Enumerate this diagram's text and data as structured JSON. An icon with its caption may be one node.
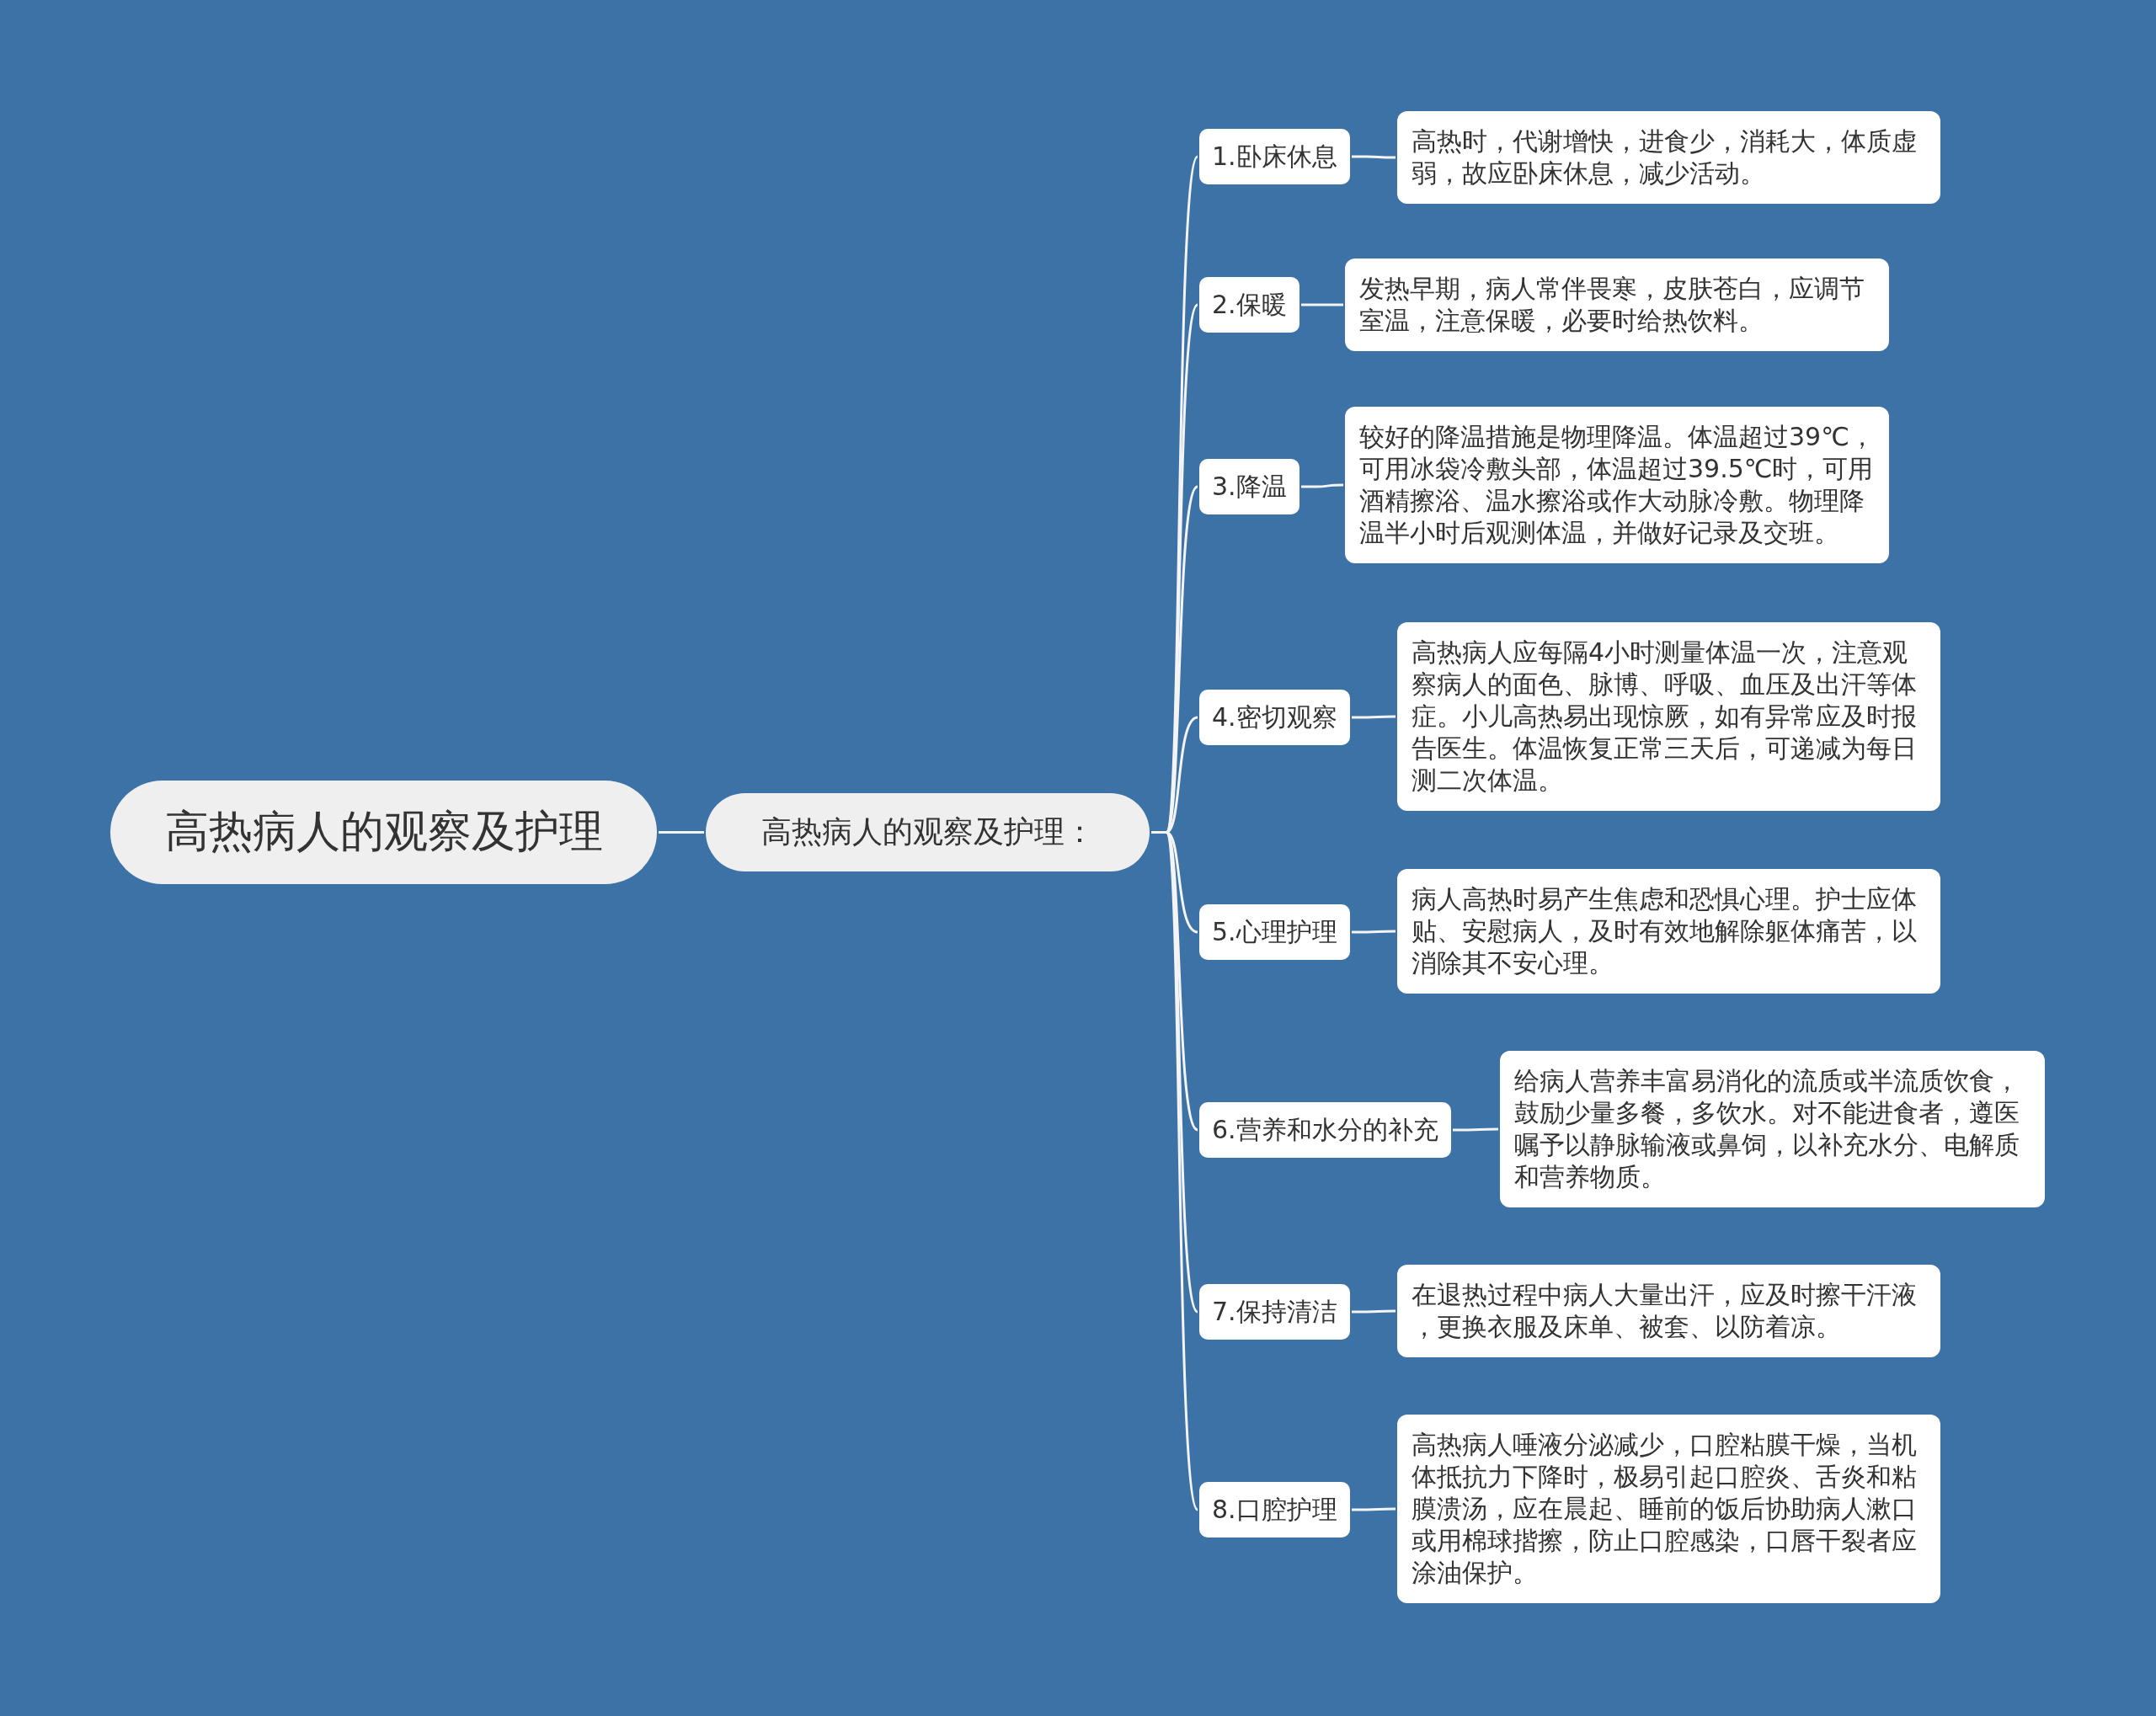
{
  "diagram": {
    "nodes": [
      {
        "text": [
          "高热病人的观察及护理"
        ]
      },
      {
        "text": [
          "高热病人的观察及护理："
        ]
      },
      {
        "text": [
          "1.卧床休息"
        ]
      },
      {
        "text": [
          "高热时，代谢增快，进食少，消耗大，体质虚弱，故应卧床休息，减少活动。"
        ]
      },
      {
        "text": [
          "2.保暖"
        ]
      },
      {
        "text": [
          "发热早期，病人常伴畏寒，皮肤苍白，应调节室温，注意保暖，必要时给热饮料。"
        ]
      },
      {
        "text": [
          "3.降温"
        ]
      },
      {
        "text": [
          "较好的降温措施是物理降温。体温超过39℃，可用冰袋冷敷头部，体温超过39.5℃时，可用酒精擦浴、温水擦浴或作大动脉冷敷。物理降温半小时后观测体温，并做好记录及交班。"
        ]
      },
      {
        "text": [
          "4.密切观察"
        ]
      },
      {
        "text": [
          "高热病人应每隔4小时测量体温一次，注意观察病人的面色、脉博、呼吸、血压及出汗等体症。小儿高热易出现惊厥，如有异常应及时报告医生。体温恢复正常三天后，可递减为每日测二次体温。"
        ]
      },
      {
        "text": [
          "5.心理护理"
        ]
      },
      {
        "text": [
          "病人高热时易产生焦虑和恐惧心理。护士应体贴、安慰病人，及时有效地解除躯体痛苦，以消除其不安心理。"
        ]
      },
      {
        "text": [
          "6.营养和水分的补充"
        ]
      },
      {
        "text": [
          "给病人营养丰富易消化的流质或半流质饮食，鼓励少量多餐，多饮水。对不能进食者，遵医嘱予以静脉输液或鼻饲，以补充水分、电解质和营养物质。"
        ]
      },
      {
        "text": [
          "7.保持清洁"
        ]
      },
      {
        "text": [
          "在退热过程中病人大量出汗，应及时擦干汗液，更换衣服及床单、被套、以防着凉。"
        ]
      },
      {
        "text": [
          "8.口腔护理"
        ]
      },
      {
        "text": [
          "高热病人唾液分泌减少，口腔粘膜干燥，当机体抵抗力下降时，极易引起口腔炎、舌炎和粘膜溃汤，应在晨起、睡前的饭后协助病人漱口或用棉球揩擦，防止口腔感染，口唇干裂者应涂油保护。"
        ]
      }
    ],
    "edges": [
      {
        "from": 0,
        "to": 1,
        "arrow": "none"
      },
      {
        "from": 1,
        "to": 2,
        "arrow": "none"
      },
      {
        "from": 2,
        "to": 3,
        "arrow": "none"
      },
      {
        "from": 1,
        "to": 4,
        "arrow": "none"
      },
      {
        "from": 4,
        "to": 5,
        "arrow": "none"
      },
      {
        "from": 1,
        "to": 6,
        "arrow": "none"
      },
      {
        "from": 6,
        "to": 7,
        "arrow": "none"
      },
      {
        "from": 1,
        "to": 8,
        "arrow": "none"
      },
      {
        "from": 8,
        "to": 9,
        "arrow": "none"
      },
      {
        "from": 1,
        "to": 10,
        "arrow": "none"
      },
      {
        "from": 10,
        "to": 11,
        "arrow": "none"
      },
      {
        "from": 1,
        "to": 12,
        "arrow": "none"
      },
      {
        "from": 12,
        "to": 13,
        "arrow": "none"
      },
      {
        "from": 1,
        "to": 14,
        "arrow": "none"
      },
      {
        "from": 14,
        "to": 15,
        "arrow": "none"
      },
      {
        "from": 1,
        "to": 16,
        "arrow": "none"
      },
      {
        "from": 16,
        "to": 17,
        "arrow": "none"
      }
    ]
  }
}
